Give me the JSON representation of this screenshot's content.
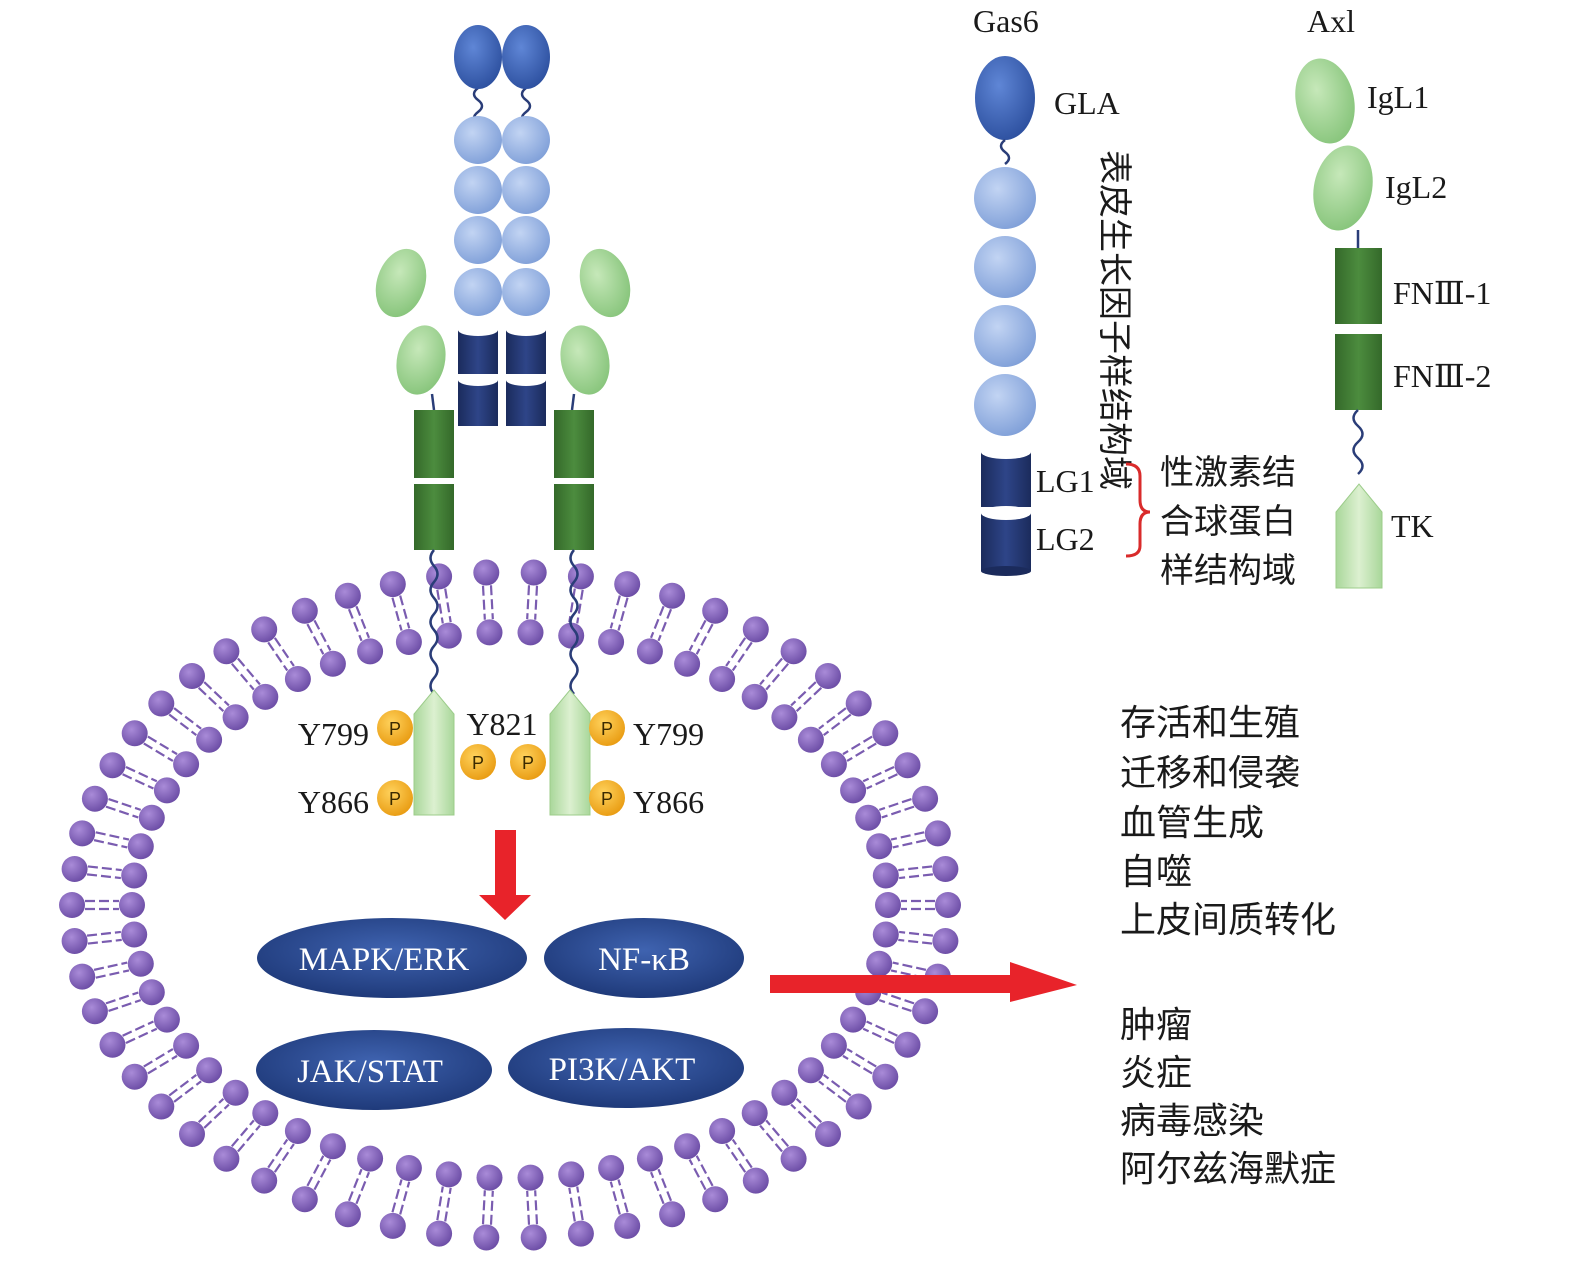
{
  "colors": {
    "gla": "#3a62b4",
    "egf": "#9db8e6",
    "lg": "#24386e",
    "igl": "#9fd392",
    "fn": "#3f7a33",
    "tk": "#c8e6b5",
    "phospho": "#f0a81e",
    "lipid": "#7a5cb0",
    "pathway": "#2a4a94",
    "arrow": "#e8232a",
    "bracket": "#d92b2b",
    "linker": "#2a3d78"
  },
  "legend": {
    "gas6": {
      "title": "Gas6",
      "gla": "GLA",
      "egf": "表皮生长因子样结构域",
      "lg1": "LG1",
      "lg2": "LG2",
      "lg_domain": [
        "性激素结",
        "合球蛋白",
        "样结构域"
      ]
    },
    "axl": {
      "title": "Axl",
      "igl1": "IgL1",
      "igl2": "IgL2",
      "fn1": "FNⅢ-1",
      "fn2": "FNⅢ-2",
      "tk": "TK"
    }
  },
  "sites": {
    "left_top": "Y799",
    "left_bottom": "Y866",
    "center": "Y821",
    "right_top": "Y799",
    "right_bottom": "Y866",
    "phospho_letter": "P"
  },
  "pathways": [
    "MAPK/ERK",
    "NF-κB",
    "JAK/STAT",
    "PI3K/AKT"
  ],
  "outcomes": {
    "functions": [
      "存活和生殖",
      "迁移和侵袭",
      "血管生成",
      "自噬",
      "上皮间质转化"
    ],
    "diseases": [
      "肿瘤",
      "炎症",
      "病毒感染",
      "阿尔兹海默症"
    ]
  }
}
